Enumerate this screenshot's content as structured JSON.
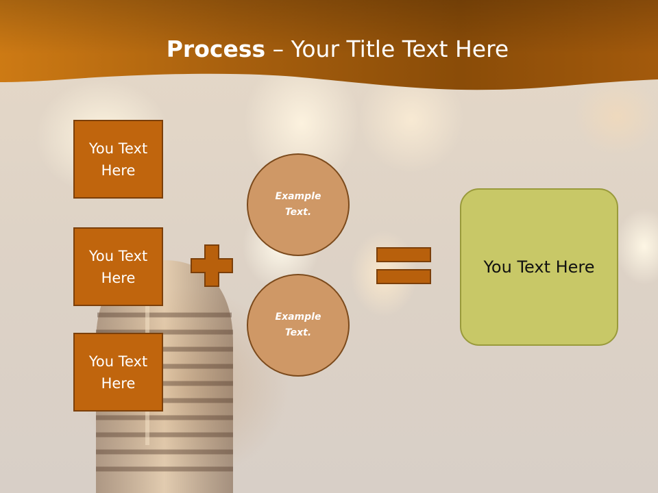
{
  "slide": {
    "title_strong": "Process",
    "title_rest": " – Your Title Text Here"
  },
  "process": {
    "inputs": [
      {
        "label": "You Text Here"
      },
      {
        "label": "You Text Here"
      },
      {
        "label": "You Text Here"
      }
    ],
    "operator_plus": "plus-icon",
    "examples": [
      {
        "label": "Example Text."
      },
      {
        "label": "Example Text."
      }
    ],
    "operator_equals": "equals-icon",
    "result": {
      "label": "You Text Here"
    }
  },
  "colors": {
    "header": "#a85a0c",
    "box_fill": "#c0650d",
    "circle_fill": "#cf9866",
    "result_fill": "#c8c867",
    "operator_fill": "#b8600c"
  }
}
